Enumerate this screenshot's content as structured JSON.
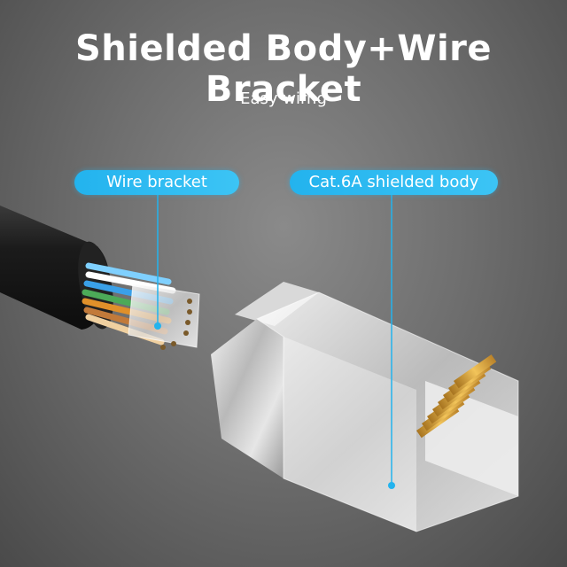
{
  "heading": {
    "title": "Shielded Body+Wire Bracket",
    "subtitle": "Easy wirng"
  },
  "callouts": {
    "left_label": "Wire bracket",
    "right_label": "Cat.6A shielded body"
  },
  "colors": {
    "accent": "#23b3ee",
    "cable_jacket": "#1a1a1a",
    "gold_pins": "#d9a33a",
    "metal_shield": "#c8c8c8"
  }
}
